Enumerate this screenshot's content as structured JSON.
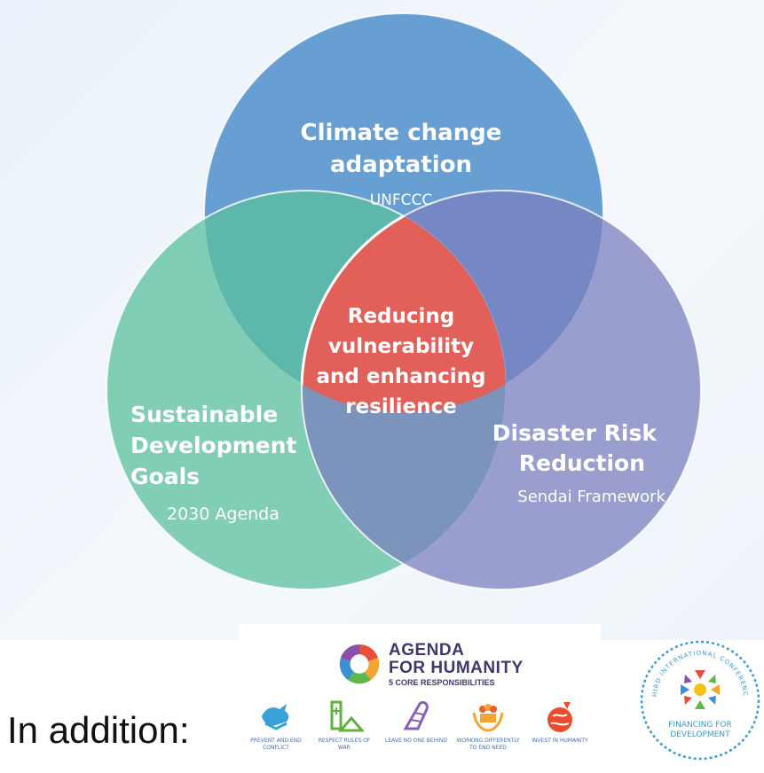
{
  "venn": {
    "top": {
      "title_line1": "Climate change",
      "title_line2": "adaptation",
      "subtitle": "UNFCCC"
    },
    "left": {
      "title_line1": "Sustainable",
      "title_line2": "Development",
      "title_line3": "Goals",
      "subtitle": "2030 Agenda"
    },
    "right": {
      "title_line1": "Disaster Risk",
      "title_line2": "Reduction",
      "subtitle": "Sendai Framework"
    },
    "center": {
      "line1": "Reducing",
      "line2": "vulnerability",
      "line3": "and enhancing",
      "line4": "resilience"
    },
    "colors": {
      "top": "#4f8fcb",
      "left": "#5bbf9e",
      "right": "#7b80bf",
      "center": "#e2605a"
    }
  },
  "addition_label": "In addition:",
  "agenda": {
    "title_line1": "AGENDA",
    "title_line2": "FOR HUMANITY",
    "title_line3": "5 CORE RESPONSIBILITIES",
    "responsibilities": [
      {
        "label": "PREVENT AND END\nCONFLICT",
        "icon": "dove-handshake-icon"
      },
      {
        "label": "RESPECT RULES OF\nWAR",
        "icon": "medical-shelter-icon"
      },
      {
        "label": "LEAVE NO ONE BEHIND",
        "icon": "hand-icon"
      },
      {
        "label": "WORKING DIFFERENTLY\nTO END NEED",
        "icon": "people-hands-icon"
      },
      {
        "label": "INVEST IN HUMANITY",
        "icon": "globe-hand-icon"
      }
    ]
  },
  "ffd": {
    "ring_text": "THIRD INTERNATIONAL CONFERENCE",
    "label_line1": "FINANCING FOR",
    "label_line2": "DEVELOPMENT"
  }
}
